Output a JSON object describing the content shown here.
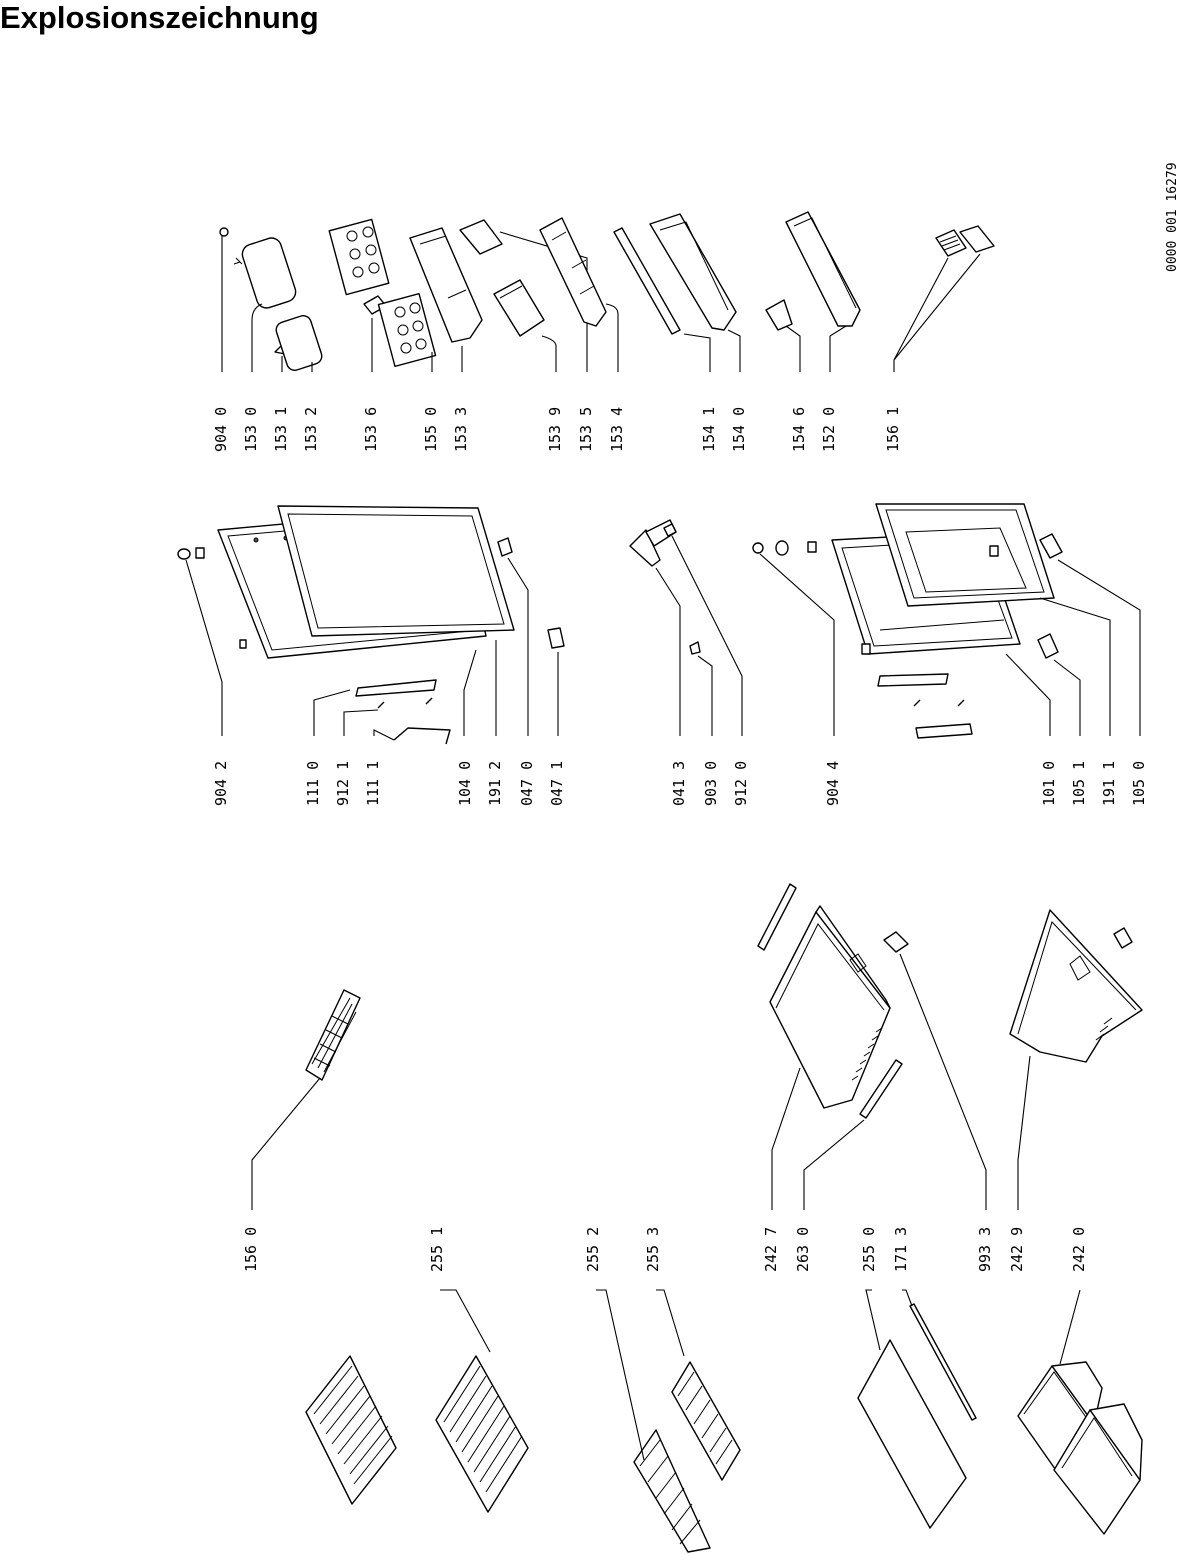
{
  "title": "Explosionszeichnung",
  "document_number": "0000 001  16279",
  "part_numbers": {
    "p904_0": "904 0",
    "p153_0": "153 0",
    "p153_1": "153 1",
    "p153_2": "153 2",
    "p153_6": "153 6",
    "p155_0": "155 0",
    "p153_3": "153 3",
    "p153_9": "153 9",
    "p153_5": "153 5",
    "p153_4": "153 4",
    "p154_1": "154 1",
    "p154_0": "154 0",
    "p154_6": "154 6",
    "p152_0": "152 0",
    "p156_1": "156 1",
    "p904_2": "904 2",
    "p111_0": "111 0",
    "p912_1": "912 1",
    "p111_1": "111 1",
    "p104_0": "104 0",
    "p191_2": "191 2",
    "p047_0": "047 0",
    "p047_1": "047 1",
    "p041_3": "041 3",
    "p903_0": "903 0",
    "p912_0": "912 0",
    "p904_4": "904 4",
    "p101_0": "101 0",
    "p105_1": "105 1",
    "p191_1": "191 1",
    "p105_0": "105 0",
    "p156_0": "156 0",
    "p255_1": "255 1",
    "p255_2": "255 2",
    "p255_3": "255 3",
    "p242_7": "242 7",
    "p263_0": "263 0",
    "p255_0": "255 0",
    "p171_3": "171 3",
    "p993_3": "993 3",
    "p242_9": "242 9",
    "p242_0": "242 0"
  }
}
